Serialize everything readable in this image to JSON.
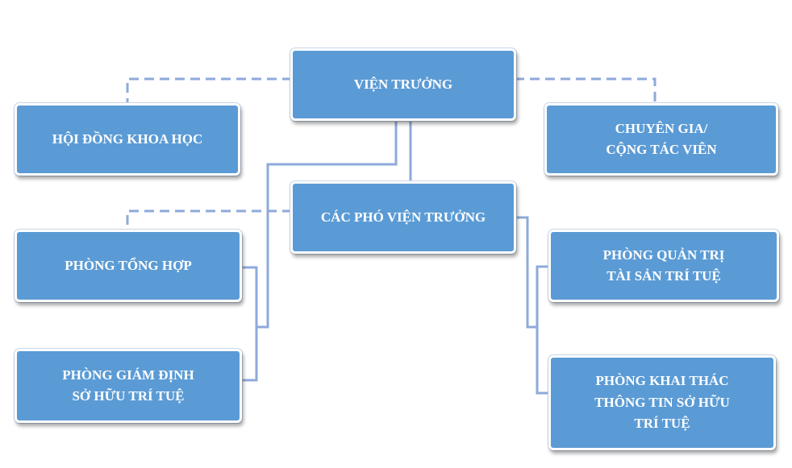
{
  "colors": {
    "box_fill": "#5b9bd5",
    "box_text": "#ffffff",
    "connector": "#8eaadb"
  },
  "org": {
    "director": "VIỆN TRƯỞNG",
    "deputies": "CÁC PHÓ VIỆN TRƯỞNG",
    "science_council": "HỘI ĐỒNG KHOA HỌC",
    "experts": [
      "CHUYÊN GIA/",
      "CỘNG TÁC VIÊN"
    ],
    "general_dept": "PHÒNG TỔNG HỢP",
    "appraisal_dept": [
      "PHÒNG GIÁM ĐỊNH",
      "SỞ HỮU TRÍ TUỆ"
    ],
    "ip_asset_dept": [
      "PHÒNG QUẢN TRỊ",
      "TÀI SẢN TRÍ TUỆ"
    ],
    "ip_info_dept": [
      "PHÒNG KHAI THÁC",
      "THÔNG TIN SỞ HỮU",
      "TRÍ TUỆ"
    ]
  }
}
